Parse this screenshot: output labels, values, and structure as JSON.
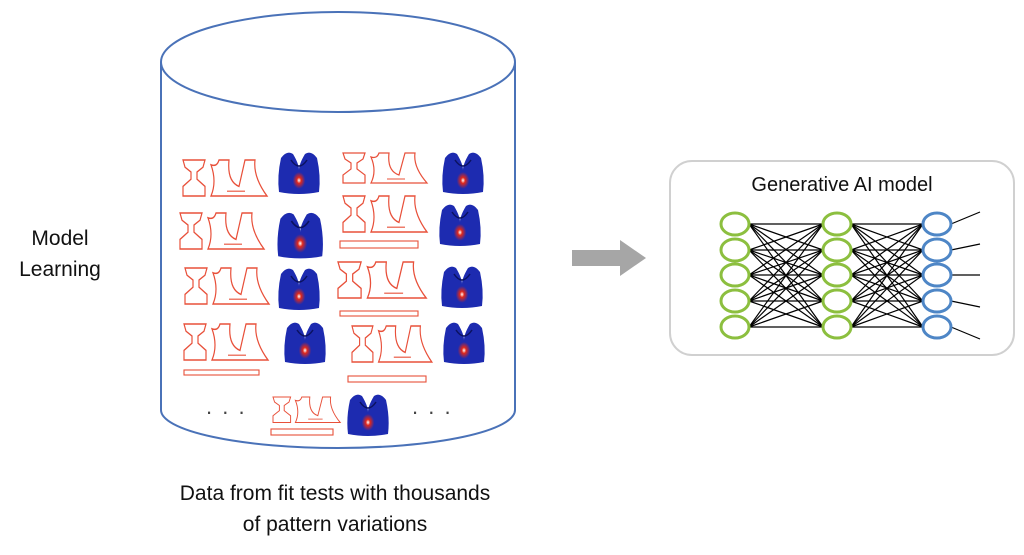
{
  "left_label": {
    "line1": "Model",
    "line2": "Learning"
  },
  "caption": {
    "line1": "Data from fit tests with thousands",
    "line2": "of pattern variations"
  },
  "ellipsis_left": ". . .",
  "ellipsis_right": ". . .",
  "model_box": {
    "title": "Generative AI model"
  },
  "colors": {
    "cylinder_stroke": "#4a72b8",
    "pattern_stroke": "#e8503a",
    "garment_blue": "#1d2bb0",
    "garment_red": "#e0281a",
    "arrow": "#a6a6a6",
    "box_border": "#d0d0d0",
    "green_node": "#8cbf3f",
    "blue_node": "#4e86c6",
    "edges": "#000000"
  },
  "network": {
    "layers": [
      5,
      5,
      5
    ],
    "layer_colors": [
      "green",
      "green",
      "blue"
    ]
  }
}
